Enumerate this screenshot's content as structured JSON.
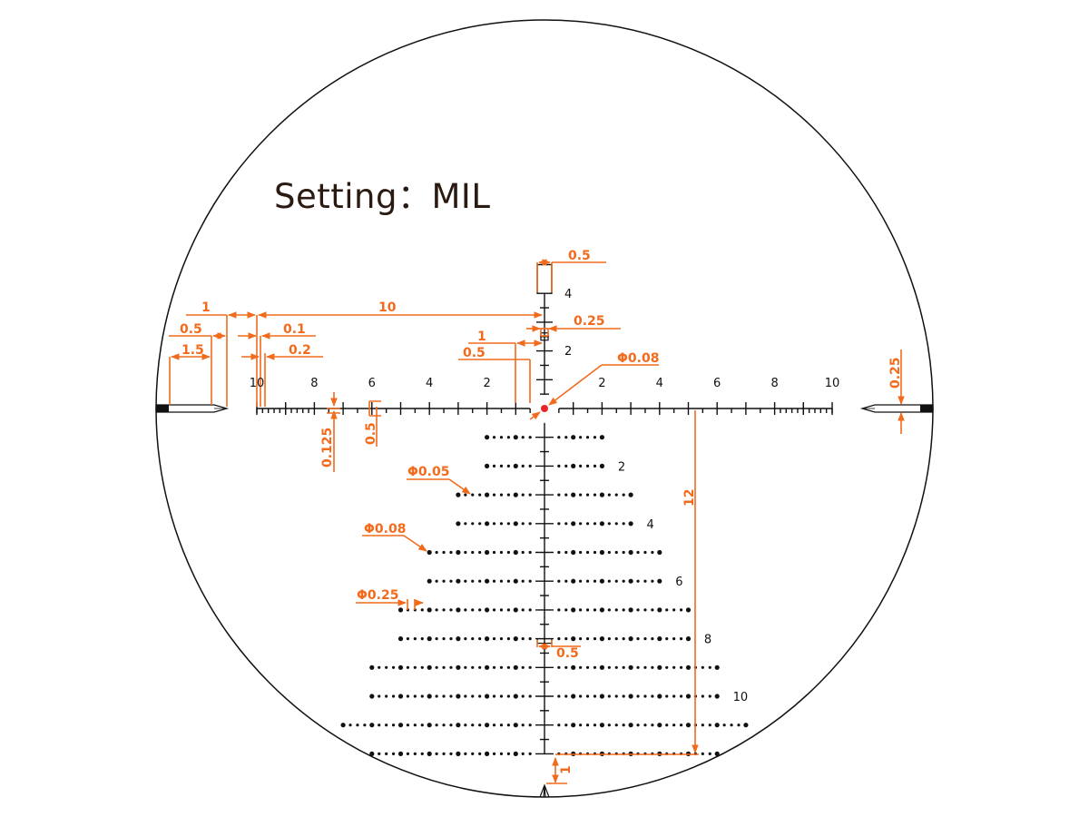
{
  "title": "Setting：MIL",
  "colors": {
    "reticle": "#111111",
    "annotation": "#f26b1d",
    "center_dot": "#e8262a"
  },
  "reticle": {
    "unit": "MIL",
    "horizontal_labels": [
      "2",
      "4",
      "6",
      "8",
      "10"
    ],
    "vertical_upper_labels": [
      "2",
      "4"
    ],
    "holdover_labels": [
      {
        "row": 2,
        "text": "2"
      },
      {
        "row": 4,
        "text": "4"
      },
      {
        "row": 6,
        "text": "6"
      },
      {
        "row": 8,
        "text": "8"
      },
      {
        "row": 10,
        "text": "10"
      }
    ],
    "dot_rows_half_width_mil": [
      2,
      2,
      3,
      3,
      4,
      4,
      5,
      5,
      6,
      6,
      7,
      6
    ]
  },
  "annotations": {
    "post_gap": "1",
    "stadia_length": "10",
    "post_tip": "0.5",
    "fine_tick": "0.1",
    "post_taper": "1.5",
    "fine_tick_spacing": "0.2",
    "top_box_width": "0.5",
    "small_box": "0.25",
    "center_gap_1": "1",
    "center_gap_half": "0.5",
    "center_dot": "Φ0.08",
    "line_thickness": "0.125",
    "box_height": "0.5",
    "drop": "12",
    "bottom_gap": "1",
    "post_thickness": "0.25",
    "small_dot": "Φ0.05",
    "big_dot": "Φ0.08",
    "dot_spacing": "Φ0.25",
    "marker_width": "0.5"
  }
}
